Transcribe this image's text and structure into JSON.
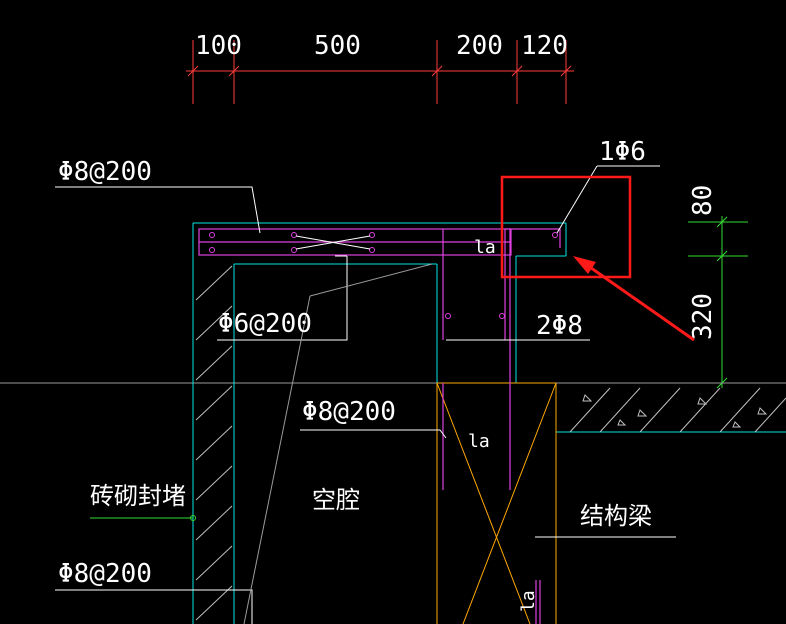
{
  "dimensions": {
    "top": [
      "100",
      "500",
      "200",
      "120"
    ],
    "right": [
      "80",
      "320"
    ]
  },
  "labels": {
    "top_slab_bar": "Φ8@200",
    "annotation": "1Φ6",
    "stirrup": "Φ6@200",
    "bottom_bars": "2Φ8",
    "mid_bar": "Φ8@200",
    "lower_bar": "Φ8@200",
    "anchor_top": "la",
    "anchor_mid": "la",
    "anchor_vertical": "la",
    "masonry_seal": "砖砌封堵",
    "cavity": "空腔",
    "structural_beam": "结构梁"
  },
  "colors": {
    "background": "#000000",
    "dimension": "#ff3b3b",
    "concrete_outline": "#00e5e5",
    "rebar": "#e040e0",
    "beam": "#ffaa00",
    "leader": "#ffffff",
    "highlight": "#ff1a1a",
    "hatch": "#bfbfbf",
    "green": "#33dd33"
  }
}
